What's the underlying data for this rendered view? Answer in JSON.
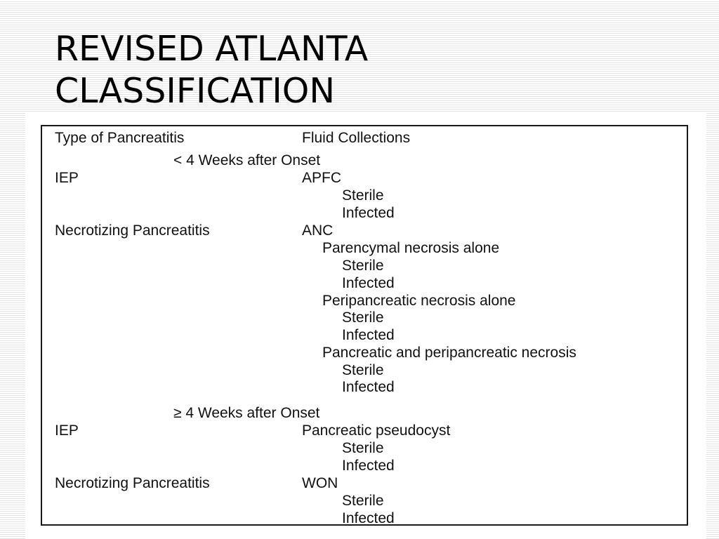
{
  "slide": {
    "title_line1": "REVISED ATLANTA",
    "title_line2": "CLASSIFICATION"
  },
  "table": {
    "headers": {
      "type": "Type of Pancreatitis",
      "fluid": "Fluid Collections"
    },
    "early": {
      "period": "< 4 Weeks after Onset",
      "iep_type": "IEP",
      "iep_collection": "APFC",
      "iep_sterile": "Sterile",
      "iep_infected": "Infected",
      "np_type": "Necrotizing Pancreatitis",
      "np_collection": "ANC",
      "parenchymal": "Parencymal necrosis alone",
      "parenchymal_sterile": "Sterile",
      "parenchymal_infected": "Infected",
      "peripancreatic": "Peripancreatic  necrosis alone",
      "peripancreatic_sterile": "Sterile",
      "peripancreatic_infected": "Infected",
      "combined": "Pancreatic and peripancreatic necrosis",
      "combined_sterile": "Sterile",
      "combined_infected": "Infected"
    },
    "late": {
      "period": "≥ 4 Weeks after Onset",
      "iep_type": "IEP",
      "iep_collection": "Pancreatic pseudocyst",
      "iep_sterile": "Sterile",
      "iep_infected": "Infected",
      "np_type": "Necrotizing Pancreatitis",
      "np_collection": "WON",
      "np_sterile": "Sterile",
      "np_infected": "Infected"
    }
  }
}
